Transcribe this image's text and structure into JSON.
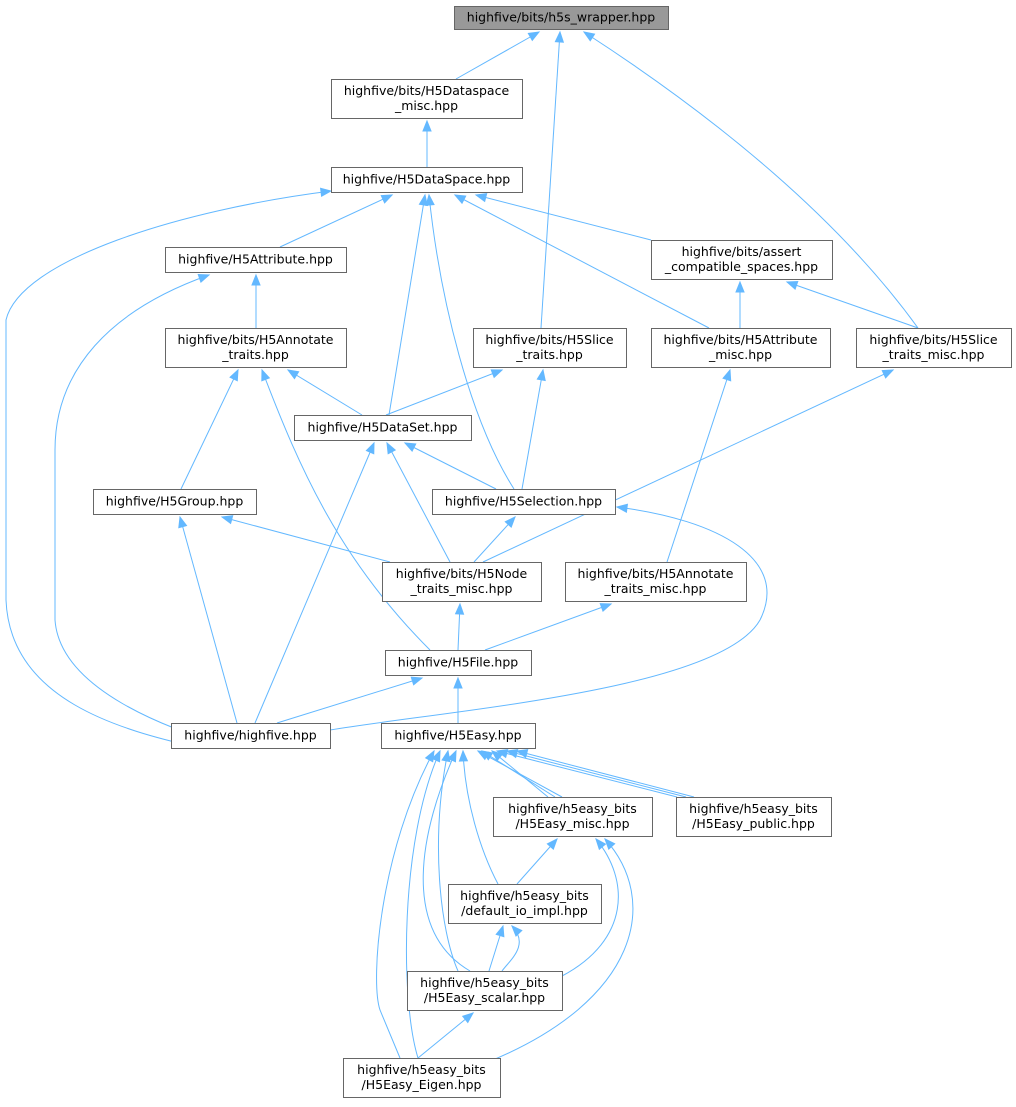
{
  "diagram": {
    "nodes": [
      {
        "id": "h5s_wrapper",
        "lines": [
          "highfive/bits/h5s_wrapper.hpp"
        ],
        "root": true
      },
      {
        "id": "dataspace_misc",
        "lines": [
          "highfive/bits/H5Dataspace",
          "_misc.hpp"
        ]
      },
      {
        "id": "dataspace",
        "lines": [
          "highfive/H5DataSpace.hpp"
        ]
      },
      {
        "id": "attribute",
        "lines": [
          "highfive/H5Attribute.hpp"
        ]
      },
      {
        "id": "assert_compat",
        "lines": [
          "highfive/bits/assert",
          "_compatible_spaces.hpp"
        ]
      },
      {
        "id": "annotate_traits",
        "lines": [
          "highfive/bits/H5Annotate",
          "_traits.hpp"
        ]
      },
      {
        "id": "slice_traits",
        "lines": [
          "highfive/bits/H5Slice",
          "_traits.hpp"
        ]
      },
      {
        "id": "attribute_misc",
        "lines": [
          "highfive/bits/H5Attribute",
          "_misc.hpp"
        ]
      },
      {
        "id": "slice_traits_misc",
        "lines": [
          "highfive/bits/H5Slice",
          "_traits_misc.hpp"
        ]
      },
      {
        "id": "dataset",
        "lines": [
          "highfive/H5DataSet.hpp"
        ]
      },
      {
        "id": "group",
        "lines": [
          "highfive/H5Group.hpp"
        ]
      },
      {
        "id": "selection",
        "lines": [
          "highfive/H5Selection.hpp"
        ]
      },
      {
        "id": "node_traits_misc",
        "lines": [
          "highfive/bits/H5Node",
          "_traits_misc.hpp"
        ]
      },
      {
        "id": "annotate_traits_misc",
        "lines": [
          "highfive/bits/H5Annotate",
          "_traits_misc.hpp"
        ]
      },
      {
        "id": "file",
        "lines": [
          "highfive/H5File.hpp"
        ]
      },
      {
        "id": "highfive",
        "lines": [
          "highfive/highfive.hpp"
        ]
      },
      {
        "id": "easy",
        "lines": [
          "highfive/H5Easy.hpp"
        ]
      },
      {
        "id": "easy_misc",
        "lines": [
          "highfive/h5easy_bits",
          "/H5Easy_misc.hpp"
        ]
      },
      {
        "id": "easy_public",
        "lines": [
          "highfive/h5easy_bits",
          "/H5Easy_public.hpp"
        ]
      },
      {
        "id": "default_io",
        "lines": [
          "highfive/h5easy_bits",
          "/default_io_impl.hpp"
        ]
      },
      {
        "id": "easy_scalar",
        "lines": [
          "highfive/h5easy_bits",
          "/H5Easy_scalar.hpp"
        ]
      },
      {
        "id": "easy_eigen",
        "lines": [
          "highfive/h5easy_bits",
          "/H5Easy_Eigen.hpp"
        ]
      }
    ],
    "edges": [
      {
        "from": "dataspace_misc",
        "to": "h5s_wrapper"
      },
      {
        "from": "slice_traits",
        "to": "h5s_wrapper"
      },
      {
        "from": "slice_traits_misc",
        "to": "h5s_wrapper"
      },
      {
        "from": "dataspace",
        "to": "dataspace_misc"
      },
      {
        "from": "attribute",
        "to": "dataspace"
      },
      {
        "from": "assert_compat",
        "to": "dataspace"
      },
      {
        "from": "attribute_misc",
        "to": "dataspace"
      },
      {
        "from": "dataset",
        "to": "dataspace"
      },
      {
        "from": "selection",
        "to": "dataspace"
      },
      {
        "from": "highfive",
        "to": "dataspace"
      },
      {
        "from": "annotate_traits",
        "to": "attribute"
      },
      {
        "from": "highfive",
        "to": "attribute"
      },
      {
        "from": "attribute_misc",
        "to": "assert_compat"
      },
      {
        "from": "slice_traits_misc",
        "to": "assert_compat"
      },
      {
        "from": "dataset",
        "to": "annotate_traits"
      },
      {
        "from": "group",
        "to": "annotate_traits"
      },
      {
        "from": "file",
        "to": "annotate_traits"
      },
      {
        "from": "dataset",
        "to": "slice_traits"
      },
      {
        "from": "selection",
        "to": "slice_traits"
      },
      {
        "from": "annotate_traits_misc",
        "to": "attribute_misc"
      },
      {
        "from": "node_traits_misc",
        "to": "slice_traits_misc"
      },
      {
        "from": "selection",
        "to": "dataset"
      },
      {
        "from": "node_traits_misc",
        "to": "dataset"
      },
      {
        "from": "highfive",
        "to": "dataset"
      },
      {
        "from": "node_traits_misc",
        "to": "group"
      },
      {
        "from": "highfive",
        "to": "group"
      },
      {
        "from": "node_traits_misc",
        "to": "selection"
      },
      {
        "from": "highfive",
        "to": "selection"
      },
      {
        "from": "file",
        "to": "node_traits_misc"
      },
      {
        "from": "file",
        "to": "annotate_traits_misc"
      },
      {
        "from": "highfive",
        "to": "file"
      },
      {
        "from": "easy",
        "to": "file"
      },
      {
        "from": "easy_misc",
        "to": "easy"
      },
      {
        "from": "easy_public",
        "to": "easy"
      },
      {
        "from": "default_io",
        "to": "easy"
      },
      {
        "from": "easy_scalar",
        "to": "easy"
      },
      {
        "from": "easy_eigen",
        "to": "easy"
      },
      {
        "from": "default_io",
        "to": "easy_misc"
      },
      {
        "from": "easy_scalar",
        "to": "easy_misc"
      },
      {
        "from": "easy_eigen",
        "to": "easy_misc"
      },
      {
        "from": "easy_scalar",
        "to": "default_io"
      },
      {
        "from": "easy_eigen",
        "to": "easy_scalar"
      }
    ]
  }
}
